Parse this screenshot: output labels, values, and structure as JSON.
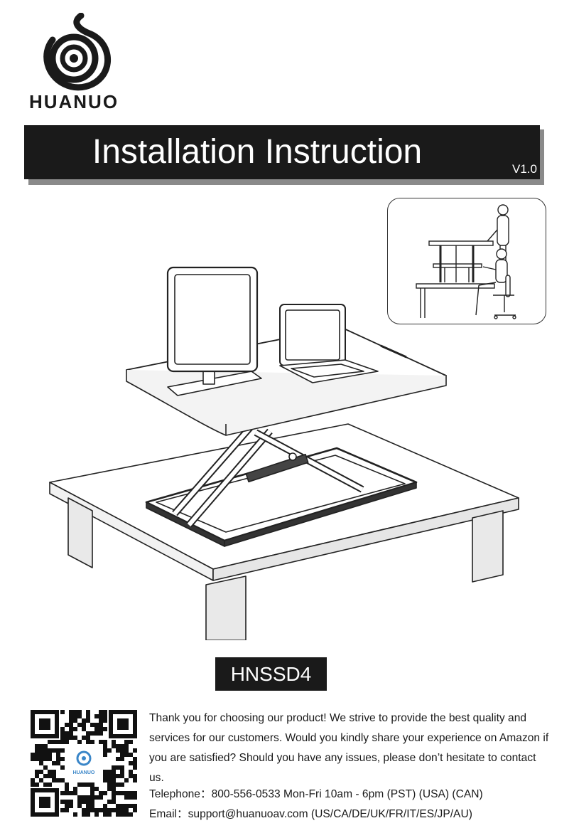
{
  "brand": {
    "name": "HUANUO"
  },
  "header": {
    "title": "Installation Instruction",
    "version": "V1.0"
  },
  "product": {
    "model": "HNSSD4"
  },
  "qr": {
    "logo_text": "HUANUO"
  },
  "message": {
    "thanks": "Thank you for choosing our product! We strive to provide the best quality and services for our customers. Would you kindly share your experience on Amazon if you are satisfied? Should you have any issues, please don’t hesitate to contact us.",
    "telephone_label": "Telephone：",
    "telephone_value": "800-556-0533 Mon-Fri 10am - 6pm (PST) (USA) (CAN)",
    "email_label": "Email：",
    "email_value": "support@huanuoav.com (US/CA/DE/UK/FR/IT/ES/JP/AU)"
  },
  "colors": {
    "banner": "#1a1a1a",
    "banner_shadow": "#8a8a8a",
    "qr_logo_blue": "#3a86c8"
  }
}
